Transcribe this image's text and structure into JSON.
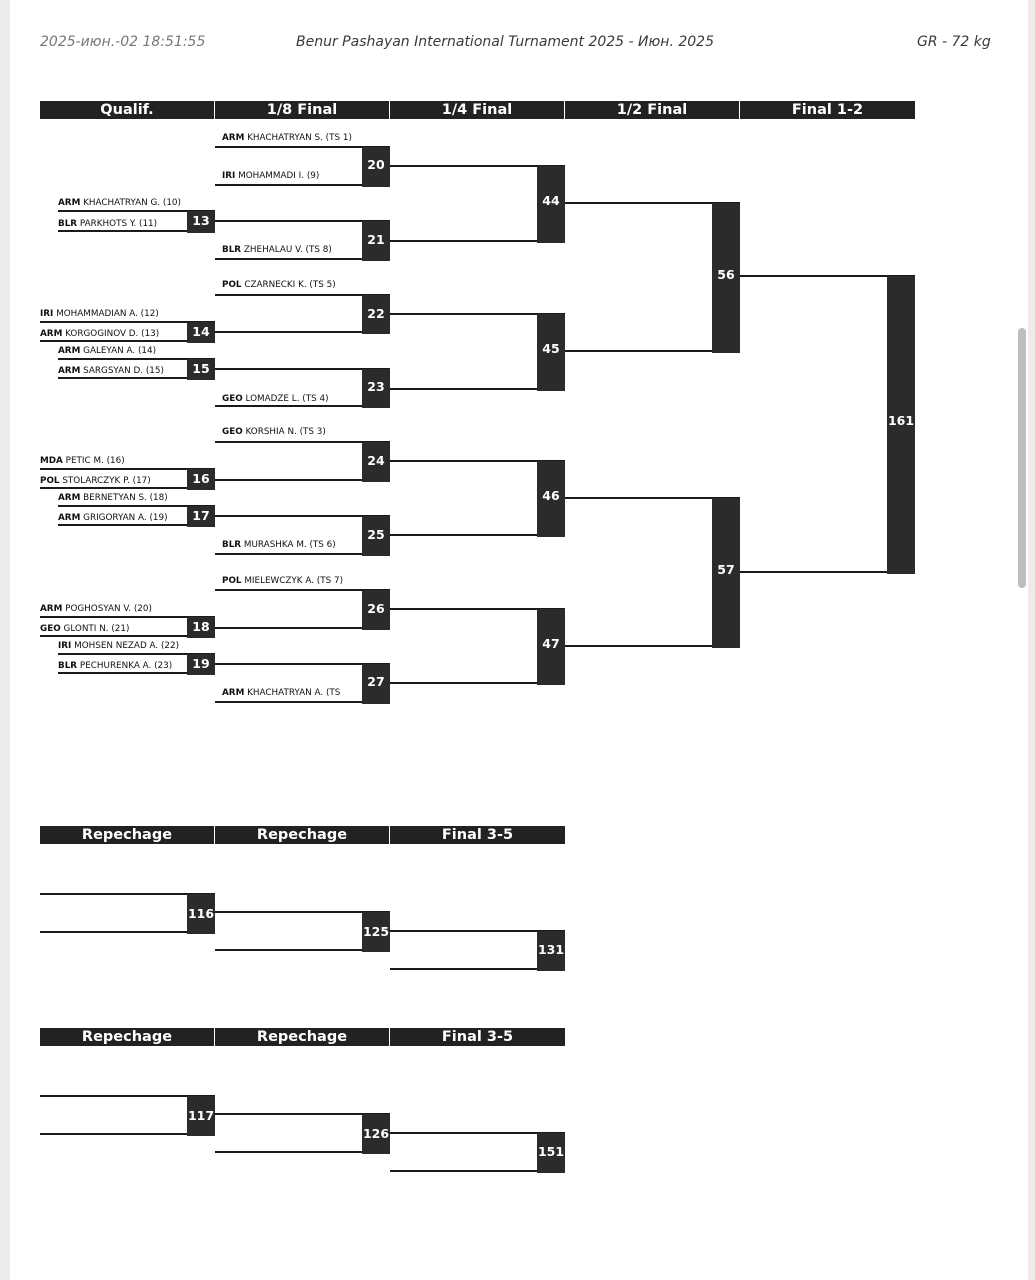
{
  "header": {
    "timestamp": "2025-июн.-02 18:51:55",
    "title": "Benur Pashayan International Turnament 2025 - Июн. 2025",
    "category": "GR - 72 kg"
  },
  "main_rounds": [
    "Qualif.",
    "1/8 Final",
    "1/4 Final",
    "1/2 Final",
    "Final 1-2"
  ],
  "repechage_rounds": [
    "Repechage",
    "Repechage",
    "Final 3-5"
  ],
  "entries": [
    {
      "country": "ARM",
      "name": "KHACHATRYAN S. (TS 1)"
    },
    {
      "country": "IRI",
      "name": "MOHAMMADI I. (9)"
    },
    {
      "country": "ARM",
      "name": "KHACHATRYAN G. (10)"
    },
    {
      "country": "BLR",
      "name": "PARKHOTS Y. (11)"
    },
    {
      "country": "BLR",
      "name": "ZHEHALAU V. (TS 8)"
    },
    {
      "country": "POL",
      "name": "CZARNECKI K. (TS 5)"
    },
    {
      "country": "IRI",
      "name": "MOHAMMADIAN A. (12)"
    },
    {
      "country": "ARM",
      "name": "KORGOGINOV D. (13)"
    },
    {
      "country": "ARM",
      "name": "GALEYAN A. (14)"
    },
    {
      "country": "ARM",
      "name": "SARGSYAN D. (15)"
    },
    {
      "country": "GEO",
      "name": "LOMADZE L. (TS 4)"
    },
    {
      "country": "GEO",
      "name": "KORSHIA N. (TS 3)"
    },
    {
      "country": "MDA",
      "name": "PETIC M. (16)"
    },
    {
      "country": "POL",
      "name": "STOLARCZYK P. (17)"
    },
    {
      "country": "ARM",
      "name": "BERNETYAN S. (18)"
    },
    {
      "country": "ARM",
      "name": "GRIGORYAN A. (19)"
    },
    {
      "country": "BLR",
      "name": "MURASHKA M. (TS 6)"
    },
    {
      "country": "POL",
      "name": "MIELEWCZYK A. (TS 7)"
    },
    {
      "country": "ARM",
      "name": "POGHOSYAN V. (20)"
    },
    {
      "country": "GEO",
      "name": "GLONTI N. (21)"
    },
    {
      "country": "IRI",
      "name": "MOHSEN NEZAD A. (22)"
    },
    {
      "country": "BLR",
      "name": "PECHURENKA A. (23)"
    },
    {
      "country": "ARM",
      "name": "KHACHATRYAN A. (TS"
    }
  ],
  "matches": {
    "qualif": [
      "13",
      "14",
      "15",
      "16",
      "17",
      "18",
      "19"
    ],
    "eighth": [
      "20",
      "21",
      "22",
      "23",
      "24",
      "25",
      "26",
      "27"
    ],
    "quarter": [
      "44",
      "45",
      "46",
      "47"
    ],
    "semi": [
      "56",
      "57"
    ],
    "final": "161",
    "repechage_a": [
      "116",
      "125",
      "131"
    ],
    "repechage_b": [
      "117",
      "126",
      "151"
    ]
  }
}
